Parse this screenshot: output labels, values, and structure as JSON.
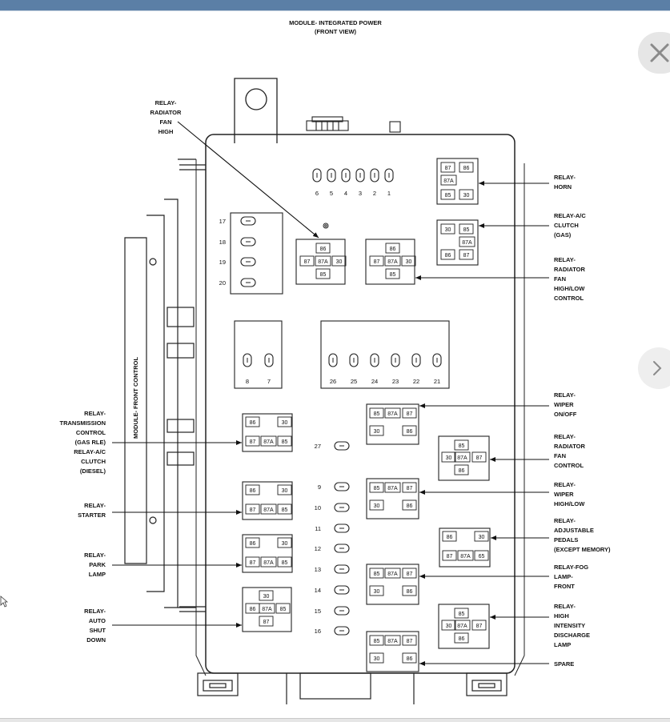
{
  "title": {
    "line1": "MODULE- INTEGRATED POWER",
    "line2": "(FRONT VIEW)"
  },
  "side_module_label": "MODULE- FRONT CONTROL",
  "fuses": {
    "top_row": [
      "6",
      "5",
      "4",
      "3",
      "2",
      "1"
    ],
    "left_column": [
      "17",
      "18",
      "19",
      "20"
    ],
    "pair": [
      "8",
      "7"
    ],
    "middle_row": [
      "26",
      "25",
      "24",
      "23",
      "22",
      "21"
    ],
    "center_column": [
      "27",
      "9",
      "10",
      "11",
      "12",
      "13",
      "14",
      "15",
      "16"
    ]
  },
  "relay_pins": {
    "p30": "30",
    "p85": "85",
    "p86": "86",
    "p87": "87",
    "p87a": "87A"
  },
  "labels": {
    "radiator_fan_high": [
      "RELAY-",
      "RADIATOR",
      "FAN",
      "HIGH"
    ],
    "horn": [
      "RELAY-",
      "HORN"
    ],
    "ac_clutch_gas": [
      "RELAY-A/C",
      "CLUTCH",
      "(GAS)"
    ],
    "radiator_fan_high_low": [
      "RELAY-",
      "RADIATOR",
      "FAN",
      "HIGH/LOW",
      "CONTROL"
    ],
    "wiper_on_off": [
      "RELAY-",
      "WIPER",
      "ON/OFF"
    ],
    "radiator_fan_control": [
      "RELAY-",
      "RADIATOR",
      "FAN",
      "CONTROL"
    ],
    "wiper_high_low": [
      "RELAY-",
      "WIPER",
      "HIGH/LOW"
    ],
    "adjustable_pedals": [
      "RELAY-",
      "ADJUSTABLE",
      "PEDALS",
      "(EXCEPT MEMORY)"
    ],
    "fog_lamp_front": [
      "RELAY-FOG",
      "LAMP-",
      "FRONT"
    ],
    "hid_lamp": [
      "RELAY-",
      "HIGH",
      "INTENSITY",
      "DISCHARGE",
      "LAMP"
    ],
    "spare": [
      "SPARE"
    ],
    "transmission_control": [
      "RELAY-",
      "TRANSMISSION",
      "CONTROL",
      "(GAS RLE)",
      "RELAY-A/C",
      "CLUTCH",
      "(DIESEL)"
    ],
    "starter": [
      "RELAY-",
      "STARTER"
    ],
    "park_lamp": [
      "RELAY-",
      "PARK",
      "LAMP"
    ],
    "auto_shut_down": [
      "RELAY-",
      "AUTO",
      "SHUT",
      "DOWN"
    ]
  },
  "icons": {
    "close": "close-icon",
    "next": "chevron-right-icon",
    "cursor": "mouse-cursor-icon"
  }
}
